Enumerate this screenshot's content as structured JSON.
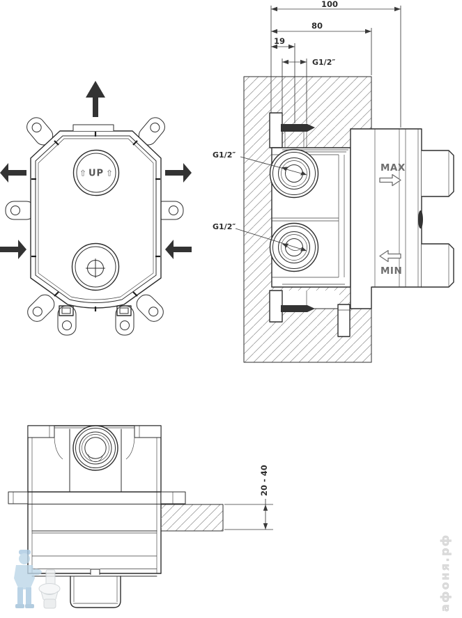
{
  "colors": {
    "background": "#ffffff",
    "line": "#2d2d2d",
    "hatch": "#9c9c9c",
    "dimension": "#3a3a3a",
    "annotation_gray": "#6e6e6e",
    "watermark_blue": "#bcd6e8",
    "watermark_gray": "#dcdcdc"
  },
  "front_view": {
    "up_label": "UP",
    "up_arrow_glyph": "⇧"
  },
  "side_view": {
    "dim_total_depth": "100",
    "dim_box_depth": "80",
    "dim_port_offset": "19",
    "thread_top": "G1/2″",
    "thread_inlet_upper": "G1/2″",
    "thread_inlet_lower": "G1/2″",
    "max_label": "MAX",
    "min_label": "MIN"
  },
  "bottom_view": {
    "dim_plaster_depth": "20 - 40"
  },
  "watermarks": {
    "site_vertical_text": "афоня.рф"
  }
}
